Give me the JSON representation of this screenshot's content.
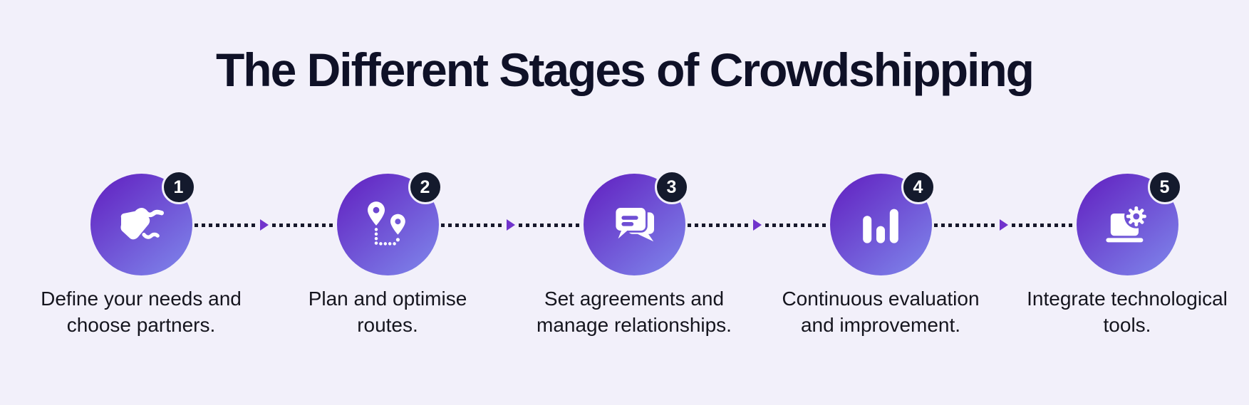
{
  "title": "The Different Stages of Crowdshipping",
  "colors": {
    "background": "#f2f0fa",
    "circle_gradient_start": "#6326c3",
    "circle_gradient_end": "#7e84ea",
    "badge_background": "#141a2d",
    "badge_text": "#ffffff",
    "connector_dots": "#17182b",
    "connector_arrow": "#7133cc",
    "title_text": "#0f1127",
    "label_text": "#15151e",
    "icon_color": "#ffffff"
  },
  "stages": [
    {
      "number": "1",
      "icon": "handshake-icon",
      "label": "Define your needs and choose partners.",
      "label_line1": "Define your needs and",
      "label_line2": "choose partners."
    },
    {
      "number": "2",
      "icon": "route-icon",
      "label": "Plan and optimise routes.",
      "label_line1": "Plan and optimise",
      "label_line2": "routes."
    },
    {
      "number": "3",
      "icon": "chat-bubbles-icon",
      "label": "Set agreements and manage relationships.",
      "label_line1": "Set agreements and",
      "label_line2": "manage relationships."
    },
    {
      "number": "4",
      "icon": "bar-chart-icon",
      "label": "Continuous evaluation and improvement.",
      "label_line1": "Continuous evaluation",
      "label_line2": "and improvement."
    },
    {
      "number": "5",
      "icon": "laptop-gear-icon",
      "label": "Integrate technological tools.",
      "label_line1": "Integrate technological",
      "label_line2": "tools."
    }
  ]
}
